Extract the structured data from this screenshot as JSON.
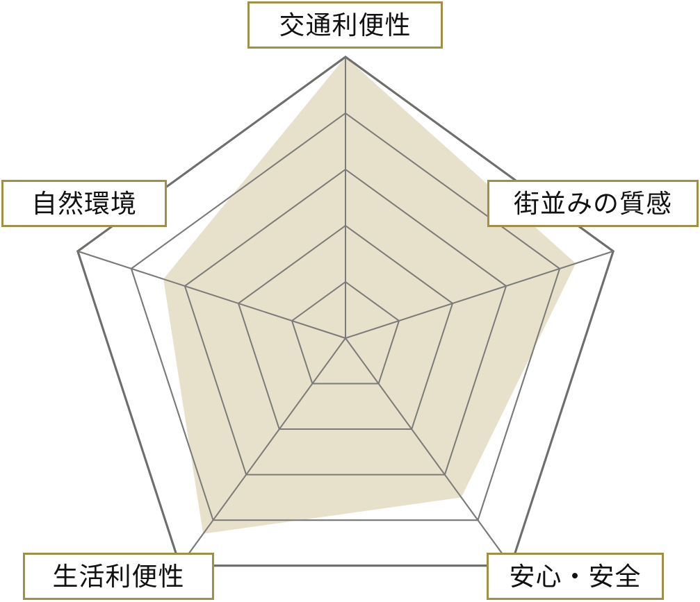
{
  "chart_data": {
    "type": "radar",
    "title": "",
    "categories": [
      "交通利便性",
      "街並みの質感",
      "安心・安全",
      "生活利便性",
      "自然環境"
    ],
    "values": [
      5.0,
      4.3,
      3.5,
      4.3,
      3.4
    ],
    "rings": 5,
    "scale_min": 0,
    "scale_max": 5,
    "grid": true,
    "legend": "none",
    "series": [
      {
        "name": "",
        "values": [
          5.0,
          4.3,
          3.5,
          4.3,
          3.4
        ]
      }
    ],
    "colors": {
      "fill": "#e7e0cb",
      "grid_line": "#7a7a78",
      "outer_line": "#6e6e6c",
      "label_border": "#a08f45",
      "label_background": "#ffffff",
      "label_text": "#111111",
      "background": "#ffffff"
    },
    "geometry": {
      "center_x": 497,
      "center_y": 487,
      "outer_radius": 405,
      "start_angle_deg": -90
    }
  },
  "labels": {
    "top": "交通利便性",
    "right": "街並みの質感",
    "bottom_right": "安心・安全",
    "bottom_left": "生活利便性",
    "left": "自然環境"
  }
}
